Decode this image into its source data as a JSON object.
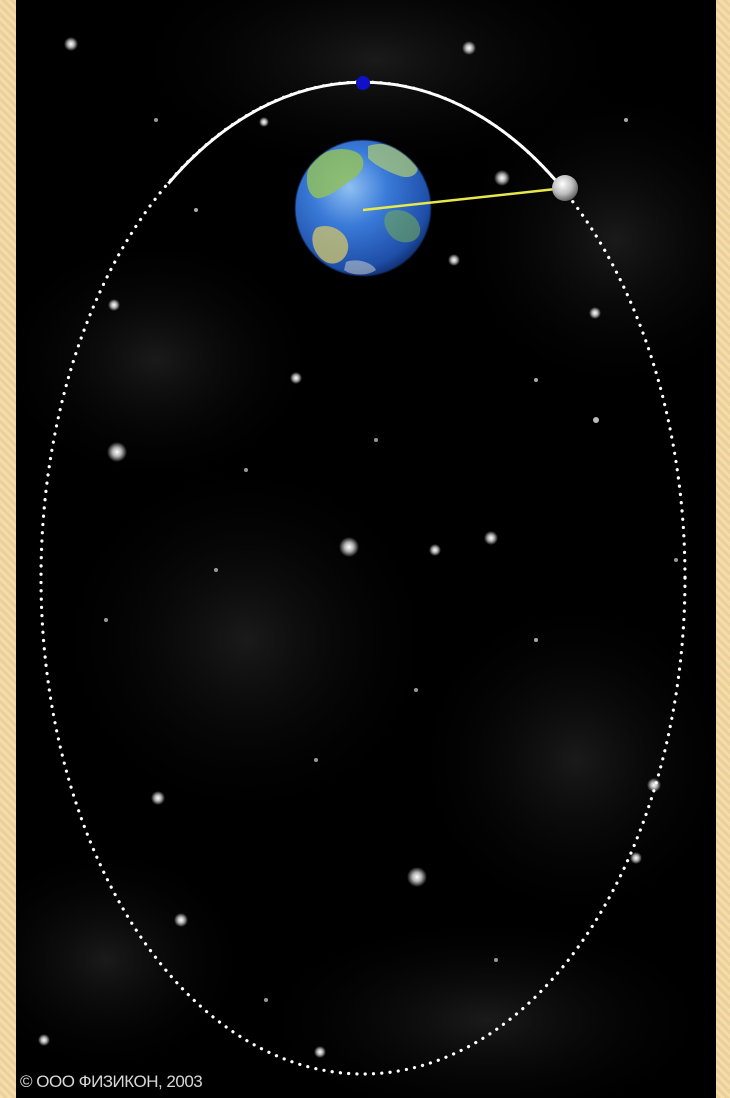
{
  "copyright": "© ООО ФИЗИКОН, 2003",
  "colors": {
    "frame": "#f1d9a8",
    "space": "#000000",
    "orbit": "#ffffff",
    "radius_vector": "#e8e84a",
    "perigee_marker": "#1010c8",
    "earth_ocean": "#2f6fd0",
    "earth_land": "#7fb85a",
    "satellite": "#cfcfcf"
  },
  "objects": {
    "earth": "earth-icon",
    "satellite": "satellite-icon",
    "perigee_marker": "perigee-marker-icon",
    "radius_vector": "radius-vector-line",
    "orbit": "elliptical-orbit-path"
  }
}
